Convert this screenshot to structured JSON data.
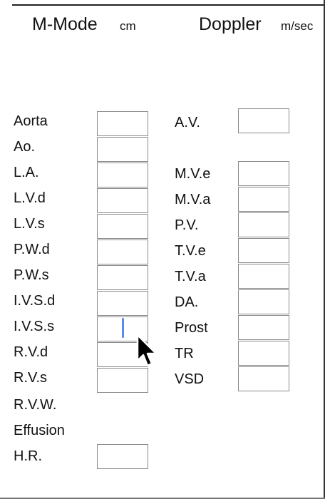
{
  "mmode": {
    "title": "M-Mode",
    "unit": "cm",
    "rows": [
      {
        "label": "Aorta"
      },
      {
        "label": "Ao."
      },
      {
        "label": "L.A."
      },
      {
        "label": "L.V.d"
      },
      {
        "label": "L.V.s"
      },
      {
        "label": "P.W.d"
      },
      {
        "label": "P.W.s"
      },
      {
        "label": "I.V.S.d"
      },
      {
        "label": "I.V.S.s"
      },
      {
        "label": "R.V.d"
      },
      {
        "label": "R.V.s"
      },
      {
        "label": "R.V.W."
      },
      {
        "label": "Effusion"
      },
      {
        "label": "H.R."
      }
    ],
    "values": {
      "aorta": "",
      "la": "",
      "lvd": "",
      "lvs": "",
      "pwd": "",
      "pws": "",
      "ivsd": "",
      "ivss": "",
      "rvd": "",
      "rvs": "",
      "hr": ""
    }
  },
  "doppler": {
    "title": "Doppler",
    "unit": "m/sec",
    "rows": [
      {
        "label": "A.V."
      },
      {
        "label": "M.V.e"
      },
      {
        "label": "M.V.a"
      },
      {
        "label": "P.V."
      },
      {
        "label": "T.V.e"
      },
      {
        "label": "T.V.a"
      },
      {
        "label": "DA."
      },
      {
        "label": "Prost"
      },
      {
        "label": "TR"
      },
      {
        "label": "VSD"
      }
    ],
    "values": {
      "av": "",
      "mve": "",
      "mva": "",
      "pv": "",
      "tve": "",
      "tva": "",
      "da": "",
      "prost": "",
      "tr": "",
      "vsd": ""
    }
  },
  "focused_field": "I.V.S.s",
  "colors": {
    "field_border": "#8a8a8a",
    "caret": "#5b8def",
    "text": "#111111"
  }
}
